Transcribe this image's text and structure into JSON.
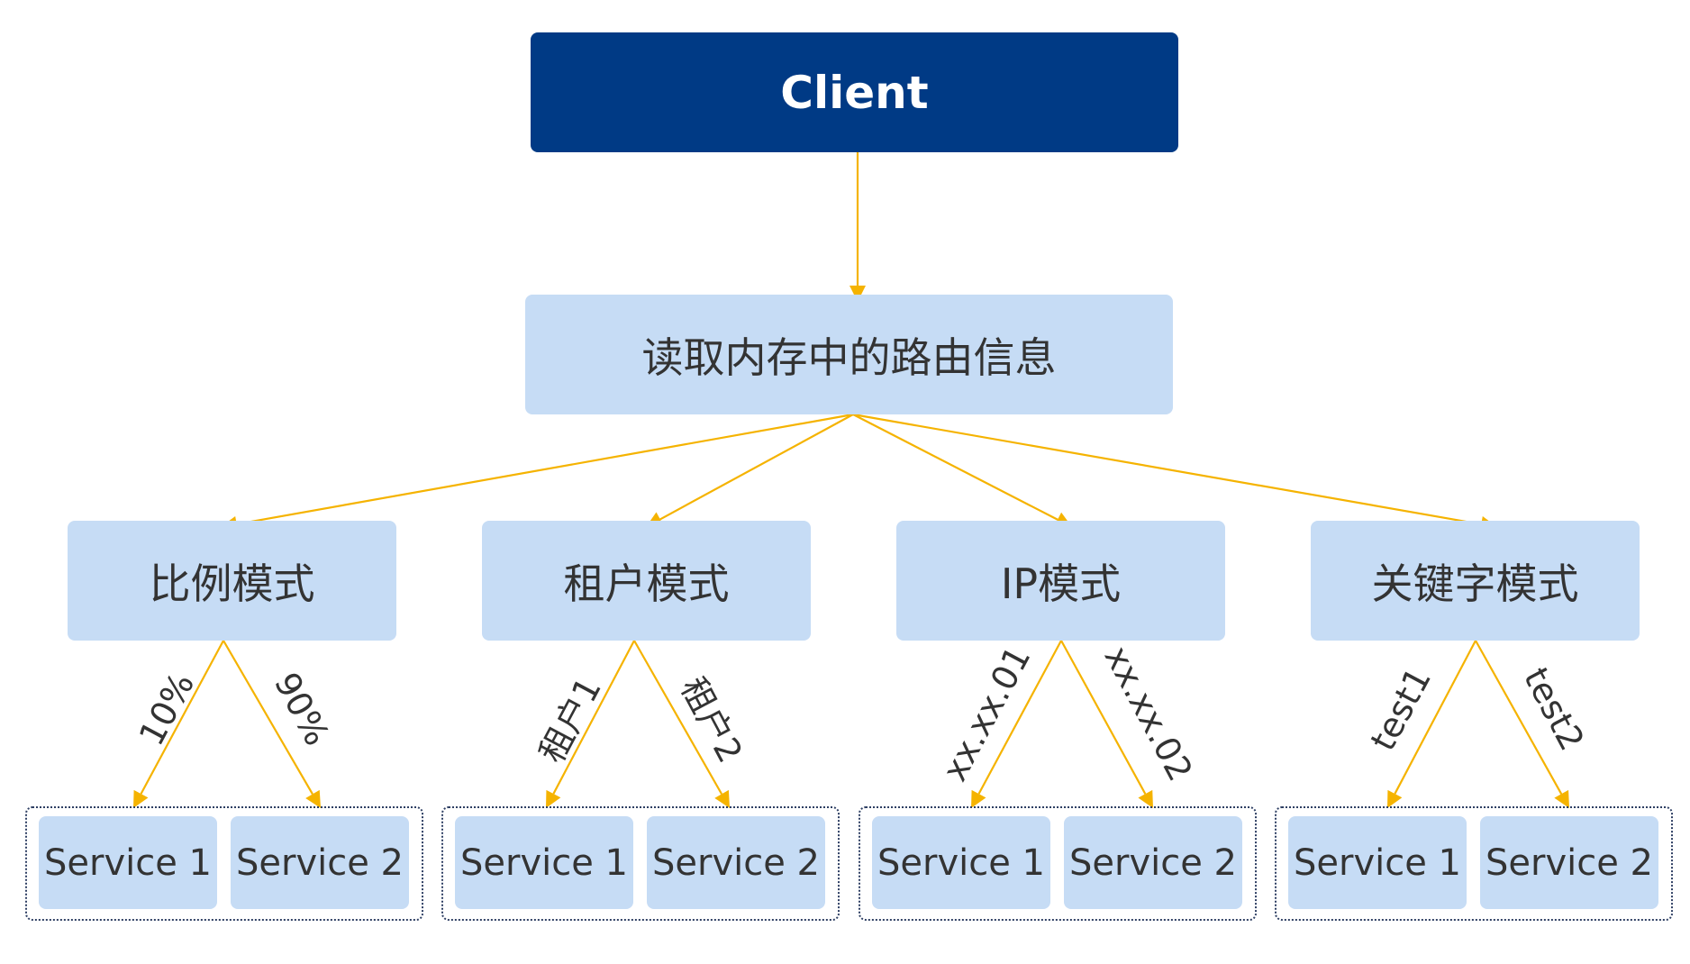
{
  "client": {
    "label": "Client"
  },
  "router": {
    "label": "读取内存中的路由信息"
  },
  "modes": [
    {
      "label": "比例模式",
      "branches": [
        "10%",
        "90%"
      ],
      "services": [
        "Service 1",
        "Service 2"
      ]
    },
    {
      "label": "租户模式",
      "branches": [
        "租户1",
        "租户2"
      ],
      "services": [
        "Service 1",
        "Service 2"
      ]
    },
    {
      "label": "IP模式",
      "branches": [
        "xx.xx.01",
        "xx.xx.02"
      ],
      "services": [
        "Service 1",
        "Service 2"
      ]
    },
    {
      "label": "关键字模式",
      "branches": [
        "test1",
        "test2"
      ],
      "services": [
        "Service 1",
        "Service 2"
      ]
    }
  ],
  "colors": {
    "client_fill": "#003a85",
    "node_fill": "#c6dcf5",
    "arrow": "#f5b300",
    "group_border": "#2e3f63",
    "text": "#333333"
  }
}
